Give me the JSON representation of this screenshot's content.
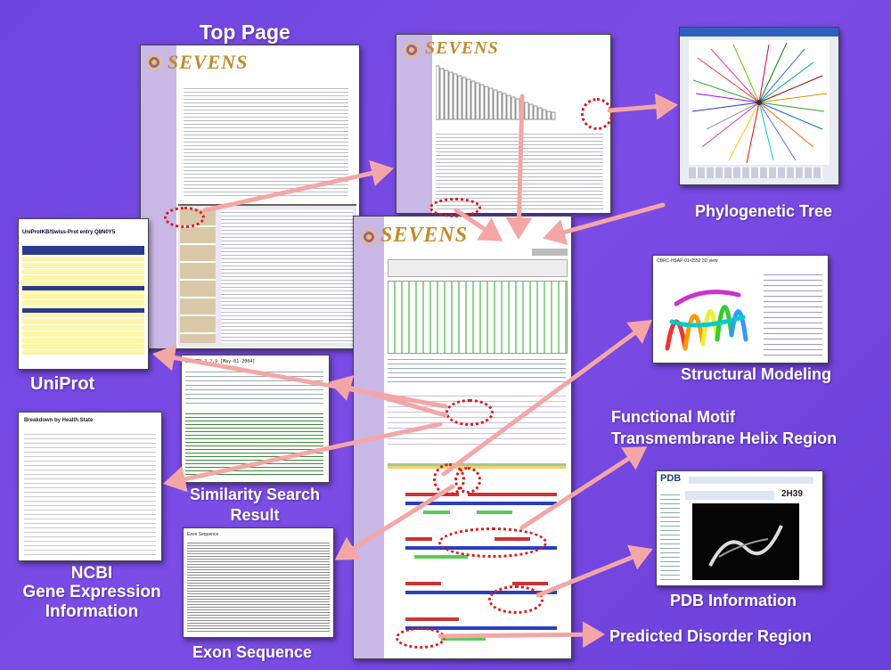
{
  "labels": {
    "top_page": "Top Page",
    "phylogenetic_tree": "Phylogenetic Tree",
    "uniprot": "UniProt",
    "structural_modeling": "Structural Modeling",
    "functional_motif_1": "Functional Motif",
    "functional_motif_2": "Transmembrane Helix Region",
    "similarity_search_1": "Similarity Search",
    "similarity_search_2": "Result",
    "ncbi_1": "NCBI",
    "ncbi_2": "Gene Expression",
    "ncbi_3": "Information",
    "pdb_information": "PDB Information",
    "predicted_disorder": "Predicted Disorder Region",
    "exon_sequence": "Exon Sequence"
  },
  "logo": "SEVENS",
  "thumbnails": {
    "uniprot_title": "UniProtKB/Swiss-Prot entry Q8N0Y5",
    "ncbi_title": "Breakdown by Health State",
    "exon_title": "Exon Sequence",
    "pdb_id": "2H39",
    "pdb_logo": "PDB",
    "similarity_header": "BLASTP 2.2.9 [May-01-2004]",
    "structural_title": "CBRC-HSAP-01-0552 3D view"
  },
  "colors": {
    "background": "#6f47e0",
    "arrow": "#f4a6a6",
    "highlight": "#e01818",
    "logo": "#c28a2a"
  }
}
